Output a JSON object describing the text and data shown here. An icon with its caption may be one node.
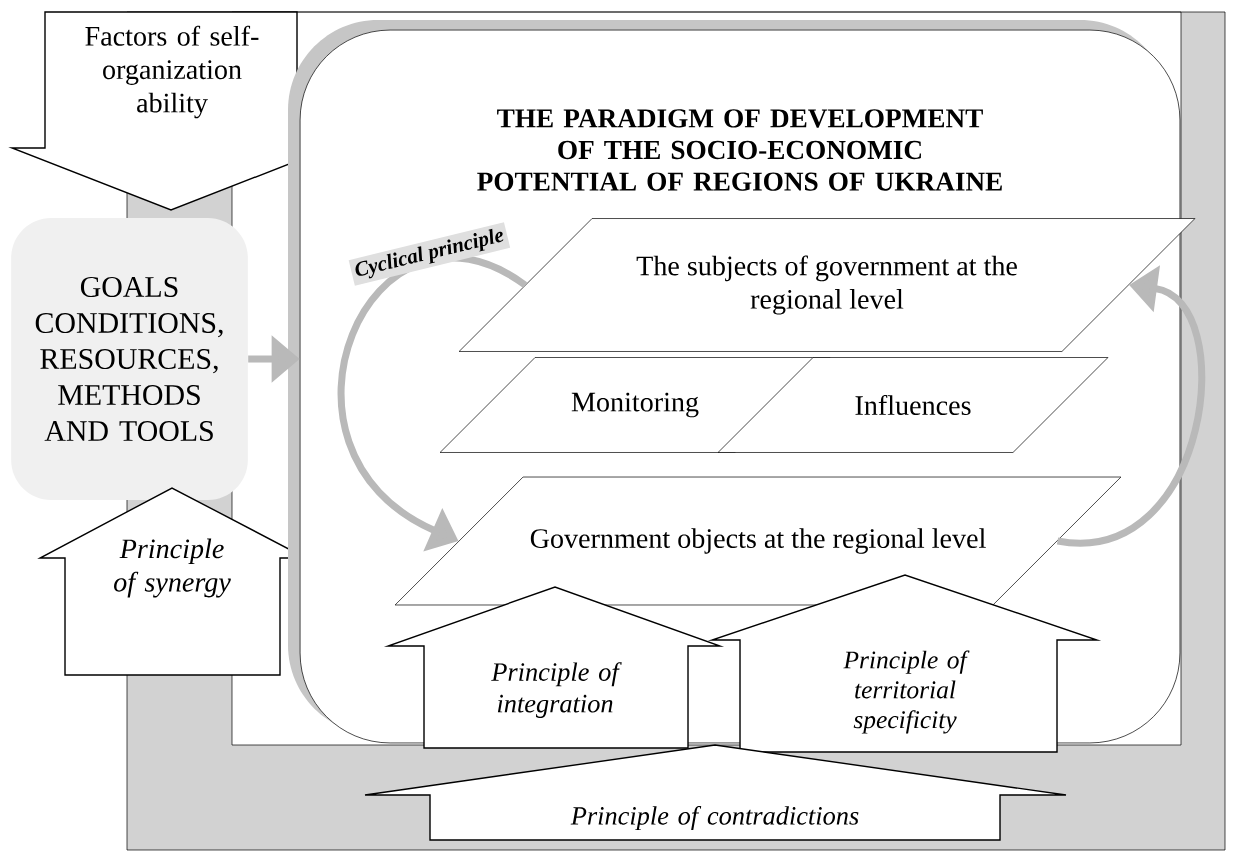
{
  "diagram": {
    "nodes": [
      {
        "text": [
          "THE PARADIGM OF DEVELOPMENT OF THE SOCIO-ECONOMIC POTENTIAL OF REGIONS OF UKRAINE"
        ]
      },
      {
        "text": [
          "Factors of self-organization ability"
        ]
      },
      {
        "text": [
          "GOALS CONDITIONS, RESOURCES, METHODS AND TOOLS"
        ]
      },
      {
        "text": [
          "Principle of synergy"
        ]
      },
      {
        "text": [
          "The subjects of government at the regional level"
        ],
        "in": 0
      },
      {
        "text": [
          "Monitoring"
        ],
        "in": 0
      },
      {
        "text": [
          "Influences"
        ],
        "in": 0
      },
      {
        "text": [
          "Government objects at the regional level"
        ],
        "in": 0
      },
      {
        "text": [
          "Principle of integration"
        ],
        "in": 0
      },
      {
        "text": [
          "Principle of territorial specificity"
        ],
        "in": 0
      },
      {
        "text": [
          "Principle of contradictions"
        ]
      }
    ],
    "edges": [
      {
        "from": 2,
        "to": 0,
        "arrow": "to"
      },
      {
        "from": 4,
        "to": 7,
        "arrow": "to",
        "label": "Cyclical principle"
      },
      {
        "from": 7,
        "to": 4,
        "arrow": "to"
      }
    ]
  }
}
